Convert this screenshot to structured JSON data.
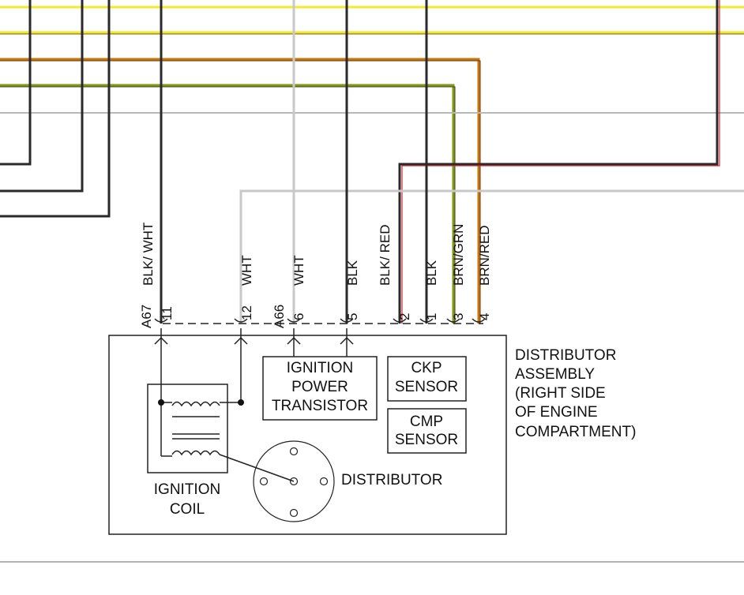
{
  "colors": {
    "yellow": "#f2ea2a",
    "orange": "#c8740e",
    "olive": "#7b9a16",
    "gray": "#c8c8c8",
    "black": "#2a2a2a",
    "red": "#d8282e",
    "brown": "#8a4e1e",
    "dark_red": "#3a1a1a"
  },
  "connector": {
    "a67_label": "A67",
    "a66_label": "A66",
    "pins": [
      {
        "num": "11",
        "wire": "BLK/ WHT"
      },
      {
        "num": "12",
        "wire": "WHT"
      },
      {
        "num": "6",
        "wire": "WHT"
      },
      {
        "num": "5",
        "wire": "BLK"
      },
      {
        "num": "2",
        "wire": "BLK/ RED"
      },
      {
        "num": "1",
        "wire": "BLK"
      },
      {
        "num": "3",
        "wire": "BRN/GRN"
      },
      {
        "num": "4",
        "wire": "BRN/RED"
      }
    ]
  },
  "assembly": {
    "title_lines": [
      "DISTRIBUTOR",
      "ASSEMBLY",
      "(RIGHT SIDE",
      "OF ENGINE",
      "COMPARTMENT)"
    ],
    "ignition_power_transistor": [
      "IGNITION",
      "POWER",
      "TRANSISTOR"
    ],
    "ckp_sensor": [
      "CKP",
      "SENSOR"
    ],
    "cmp_sensor": [
      "CMP",
      "SENSOR"
    ],
    "ignition_coil": [
      "IGNITION",
      "COIL"
    ],
    "distributor": "DISTRIBUTOR"
  }
}
